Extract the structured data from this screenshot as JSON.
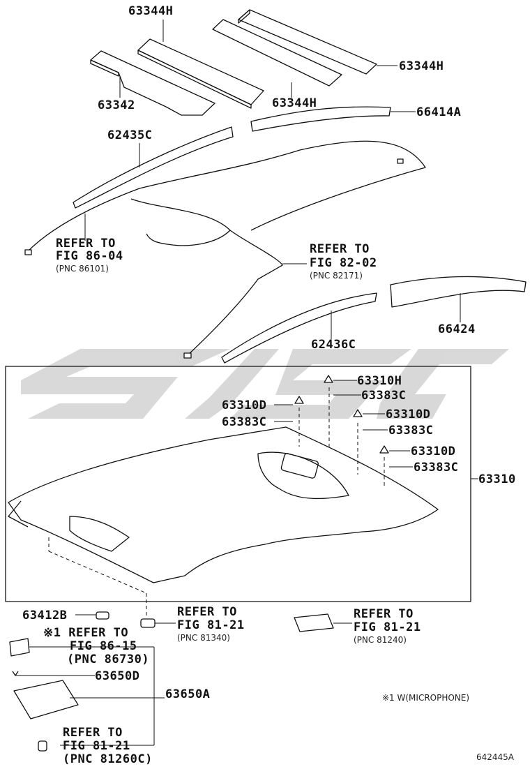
{
  "watermark": {
    "color": "#d2d2d2"
  },
  "labels": {
    "p63344h_top": "63344H",
    "p63344h_right": "63344H",
    "p63342": "63342",
    "p63344h_mid": "63344H",
    "p66414a": "66414A",
    "p62435c": "62435C",
    "p66424": "66424",
    "p62436c": "62436C",
    "p63310h": "63310H",
    "p63383c_a": "63383C",
    "p63310d_a": "63310D",
    "p63383c_b": "63383C",
    "p63310d_b": "63310D",
    "p63383c_c": "63383C",
    "p63310d_c": "63310D",
    "p63383c_d": "63383C",
    "p63310": "63310",
    "p63412b": "63412B",
    "p63650d": "63650D",
    "p63650a": "63650A"
  },
  "refs": {
    "r1": {
      "refer": "REFER TO",
      "fig": "FIG 86-04",
      "pnc": "(PNC 86101)"
    },
    "r2": {
      "refer": "REFER TO",
      "fig": "FIG 82-02",
      "pnc": "(PNC 82171)"
    },
    "r3": {
      "refer": "REFER TO",
      "fig": "FIG 81-21",
      "pnc": "(PNC 81340)"
    },
    "r4": {
      "refer": "REFER TO",
      "fig": "FIG 81-21",
      "pnc": "(PNC 81240)"
    },
    "r5": {
      "refer": "※1 REFER TO",
      "fig": "FIG 86-15",
      "pnc": "(PNC 86730)"
    },
    "r6": {
      "refer": "REFER TO",
      "fig": "FIG 81-21",
      "pnc": "(PNC 81260C)"
    }
  },
  "note": "※1 W(MICROPHONE)",
  "figure_id": "642445A"
}
